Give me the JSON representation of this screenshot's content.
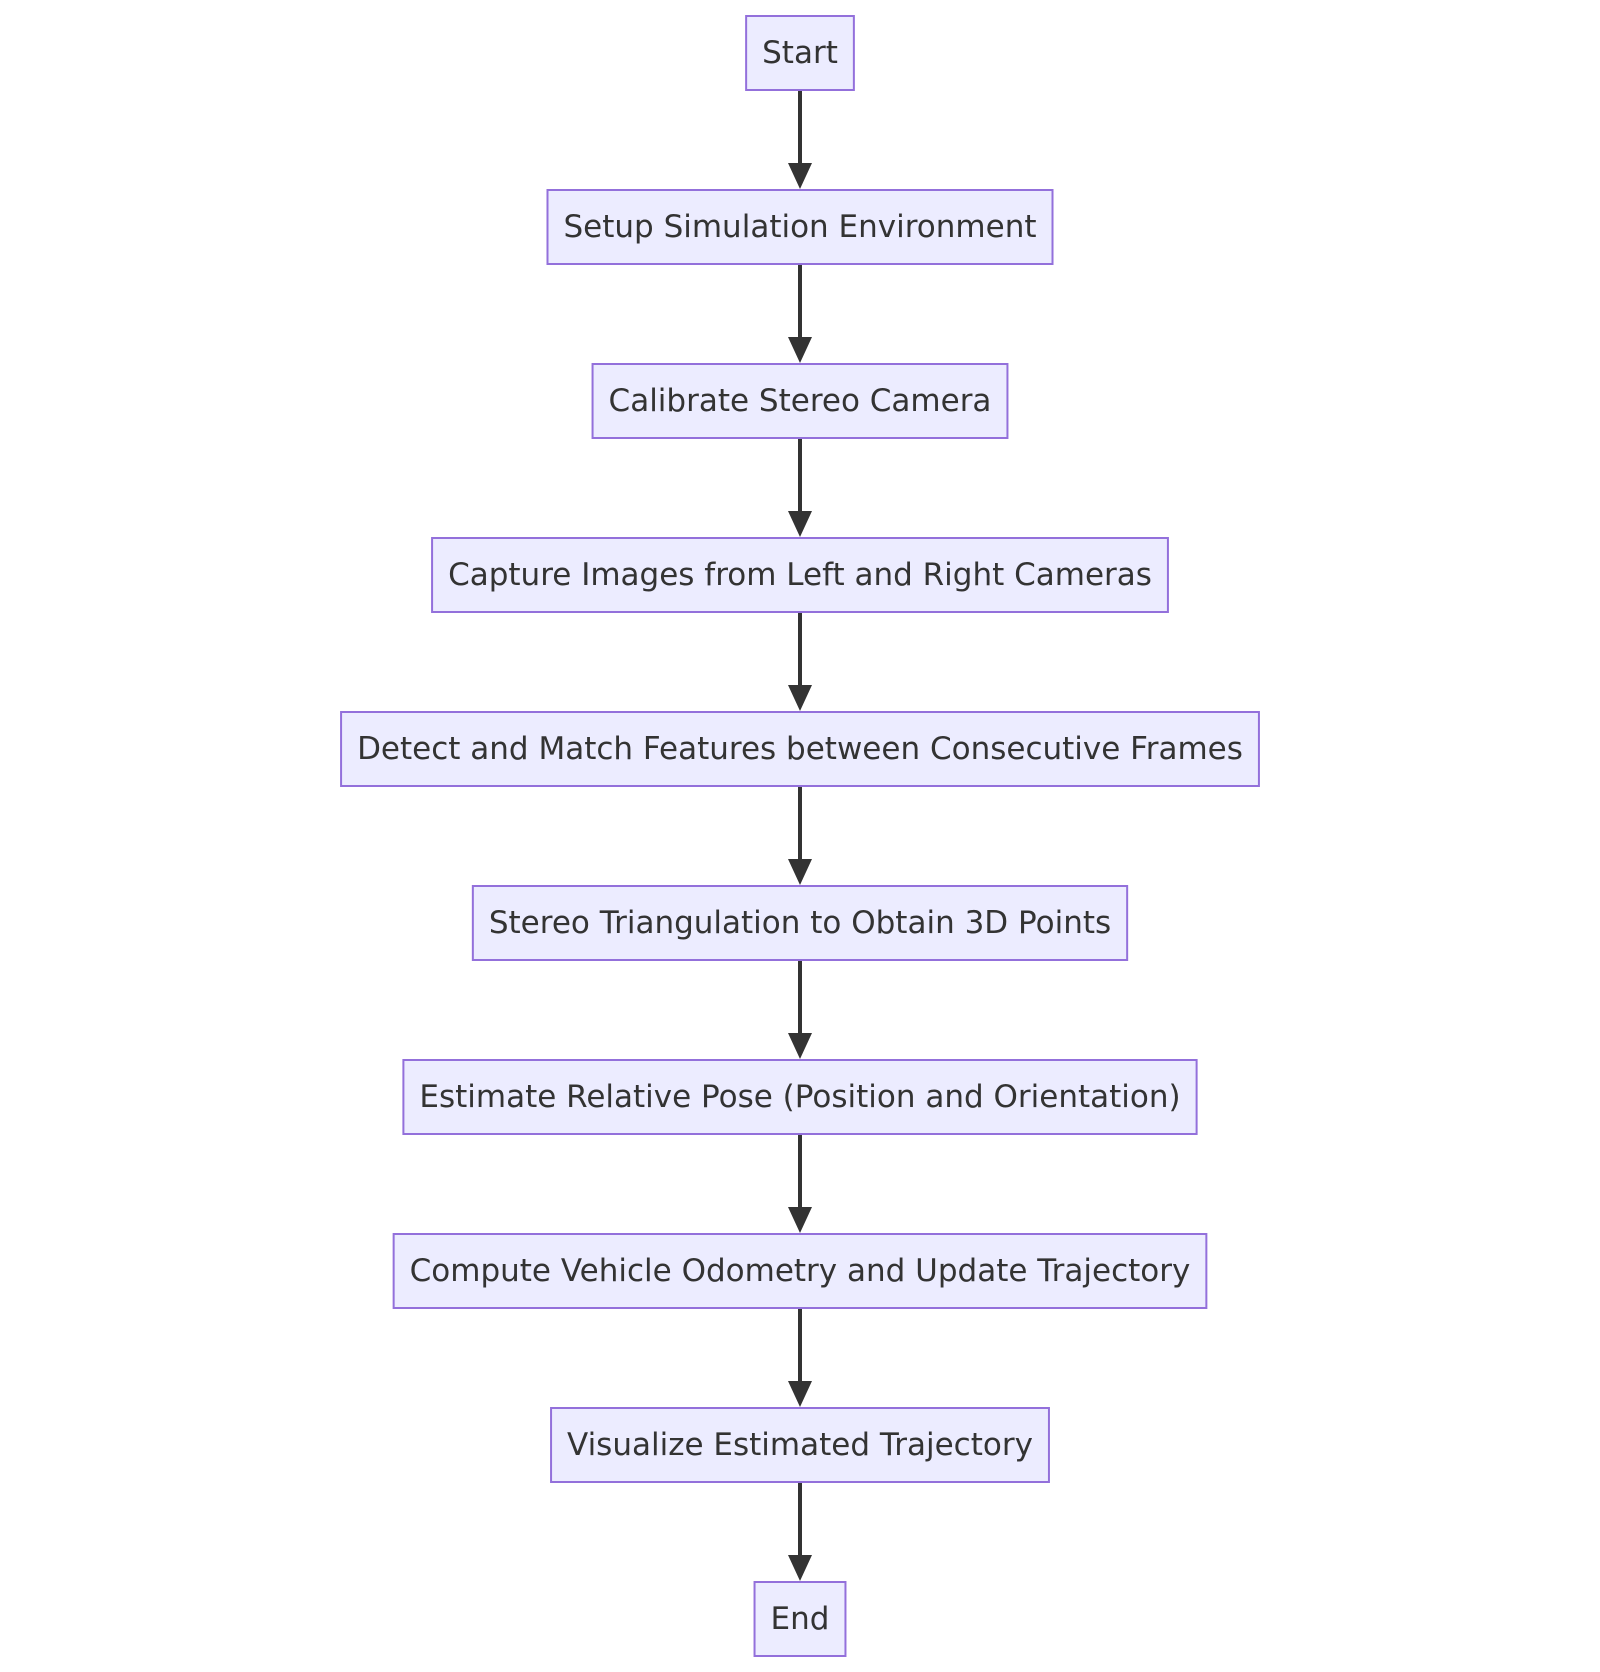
{
  "flowchart": {
    "nodes": [
      {
        "id": "start",
        "label": "Start"
      },
      {
        "id": "setup",
        "label": "Setup Simulation Environment"
      },
      {
        "id": "calibrate",
        "label": "Calibrate Stereo Camera"
      },
      {
        "id": "capture",
        "label": "Capture Images from Left and Right Cameras"
      },
      {
        "id": "detect",
        "label": "Detect and Match Features between Consecutive Frames"
      },
      {
        "id": "triangulate",
        "label": "Stereo Triangulation to Obtain 3D Points"
      },
      {
        "id": "estimate",
        "label": "Estimate Relative Pose (Position and Orientation)"
      },
      {
        "id": "odometry",
        "label": "Compute Vehicle Odometry and Update Trajectory"
      },
      {
        "id": "visualize",
        "label": "Visualize Estimated Trajectory"
      },
      {
        "id": "end",
        "label": "End"
      }
    ],
    "edges": [
      {
        "from": "start",
        "to": "setup"
      },
      {
        "from": "setup",
        "to": "calibrate"
      },
      {
        "from": "calibrate",
        "to": "capture"
      },
      {
        "from": "capture",
        "to": "detect"
      },
      {
        "from": "detect",
        "to": "triangulate"
      },
      {
        "from": "triangulate",
        "to": "estimate"
      },
      {
        "from": "estimate",
        "to": "odometry"
      },
      {
        "from": "odometry",
        "to": "visualize"
      },
      {
        "from": "visualize",
        "to": "end"
      }
    ]
  },
  "colors": {
    "node_fill": "#ECECFF",
    "node_border": "#9370DB",
    "text": "#333333",
    "edge": "#333333"
  }
}
